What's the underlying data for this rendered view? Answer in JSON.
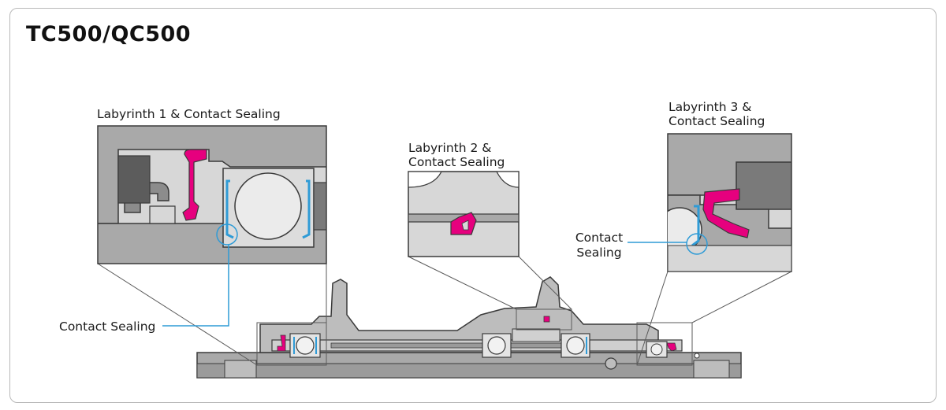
{
  "title": "TC500/QC500",
  "labels": {
    "detail_1": "Labyrinth 1 & Contact Sealing",
    "detail_2_line1": "Labyrinth 2 &",
    "detail_2_line2": "Contact Sealing",
    "detail_3_line1": "Labyrinth 3 &",
    "detail_3_line2": "Contact Sealing",
    "callout_left": "Contact Sealing",
    "callout_right_line1": "Contact",
    "callout_right_line2": "Sealing"
  },
  "colors": {
    "seal_magenta": "#e6007e",
    "contact_blue": "#2f9bd6",
    "housing_gray": "#a9a9a9",
    "dark_gray": "#4a4a4a",
    "light_gray": "#d7d7d7",
    "mid_gray": "#8c8c8c"
  },
  "icons": {
    "bearing": "ball-bearing-icon",
    "seal": "seal-lip-icon",
    "highlight": "contact-circle-icon"
  }
}
